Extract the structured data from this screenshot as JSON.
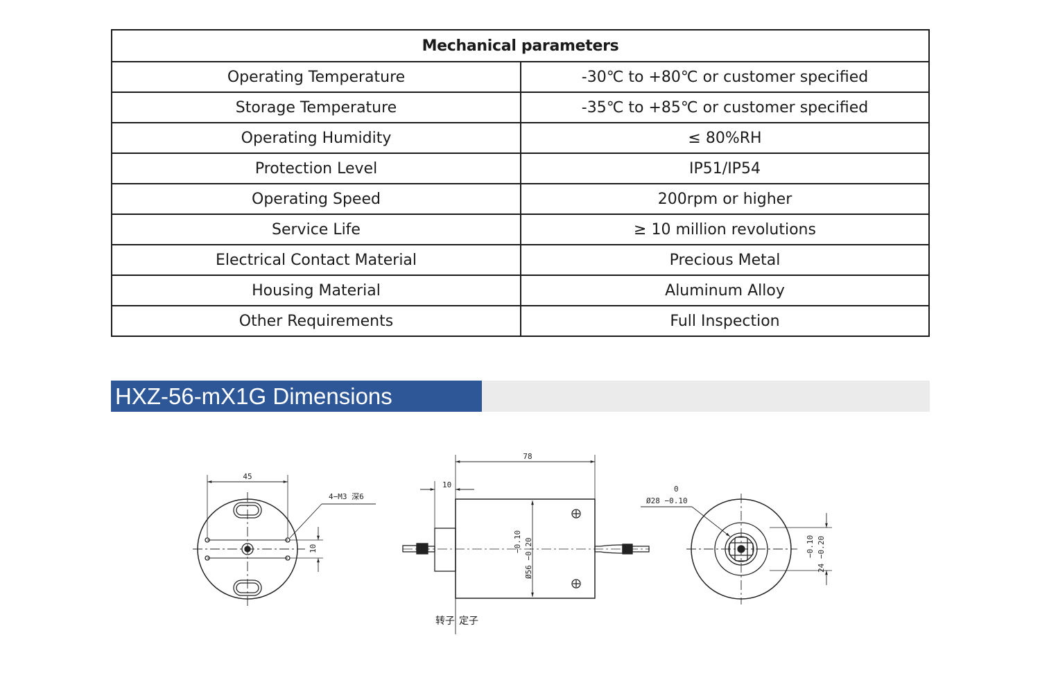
{
  "table": {
    "title": "Mechanical parameters",
    "rows": [
      {
        "label": "Operating Temperature",
        "value": "-30℃ to +80℃ or customer specified"
      },
      {
        "label": "Storage Temperature",
        "value": "-35℃ to +85℃ or customer specified"
      },
      {
        "label": "Operating Humidity",
        "value": "≤ 80%RH"
      },
      {
        "label": "Protection Level",
        "value": "IP51/IP54"
      },
      {
        "label": "Operating Speed",
        "value": "200rpm or higher"
      },
      {
        "label": "Service Life",
        "value": "≥ 10 million revolutions"
      },
      {
        "label": "Electrical Contact Material",
        "value": "Precious Metal"
      },
      {
        "label": "Housing Material",
        "value": "Aluminum Alloy"
      },
      {
        "label": "Other Requirements",
        "value": "Full Inspection"
      }
    ]
  },
  "section": {
    "title": "HXZ-56-mX1G Dimensions"
  },
  "drawing": {
    "left_view": {
      "width": "45",
      "hole_note": "4−M3 深6",
      "spacing": "10"
    },
    "side_view": {
      "length": "78",
      "step": "10",
      "diameter": "Ø56 −0.20",
      "diameter_tol": "−0.10",
      "rotor": "转子",
      "stator": "定子"
    },
    "right_view": {
      "diameter": "Ø28 −0.10",
      "diameter_upper": "0",
      "height": "24 −0.20",
      "height_tol": "−0.10"
    }
  }
}
